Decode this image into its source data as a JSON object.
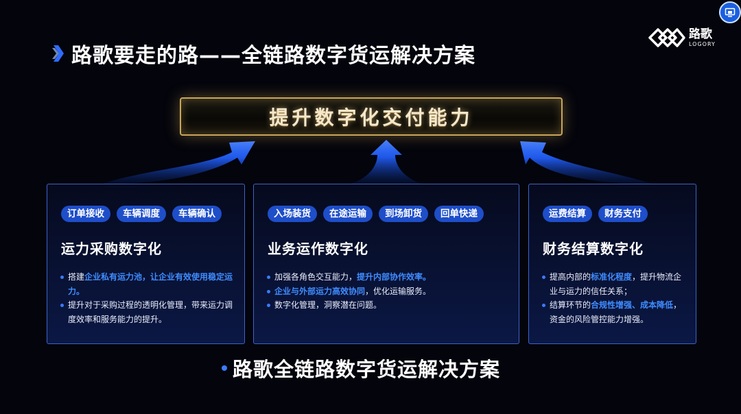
{
  "header": {
    "title": "路歌要走的路——全链路数字货运解决方案"
  },
  "logo": {
    "name": "路歌",
    "subtitle": "LOGORY"
  },
  "banner": {
    "text": "提升数字化交付能力"
  },
  "cards": [
    {
      "tags": [
        "订单接收",
        "车辆调度",
        "车辆确认"
      ],
      "title": "运力采购数字化",
      "bullets": [
        [
          {
            "t": "搭建"
          },
          {
            "t": "企业私有运力池，让企业有效使用稳定运力。",
            "hl": true
          }
        ],
        [
          {
            "t": "提升对于采购过程的透明化管理，带来运力调度效率和服务能力的提升。"
          }
        ]
      ]
    },
    {
      "tags": [
        "入场装货",
        "在途运输",
        "到场卸货",
        "回单快递"
      ],
      "title": "业务运作数字化",
      "bullets": [
        [
          {
            "t": "加强各角色交互能力，"
          },
          {
            "t": "提升内部协作效率。",
            "hl": true
          }
        ],
        [
          {
            "t": "企业与外部运力高效协同",
            "hl": true
          },
          {
            "t": "，优化运输服务。"
          }
        ],
        [
          {
            "t": "数字化管理，洞察潜在问题。"
          }
        ]
      ]
    },
    {
      "tags": [
        "运费结算",
        "财务支付"
      ],
      "title": "财务结算数字化",
      "bullets": [
        [
          {
            "t": "提高内部的"
          },
          {
            "t": "标准化程度",
            "hl": true
          },
          {
            "t": "，提升物流企业与运力的信任关系；"
          }
        ],
        [
          {
            "t": "结算环节的"
          },
          {
            "t": "合规性增强、成本降低",
            "hl": true
          },
          {
            "t": "，资金的风险管控能力增强。"
          }
        ]
      ]
    }
  ],
  "footer": {
    "text": "路歌全链路数字货运解决方案"
  },
  "colors": {
    "background": "#03040c",
    "accent_blue": "#3a7bff",
    "tag_blue": "#1e4ec9",
    "gold": "#c9a659"
  },
  "icons": {
    "title_marker": "double-chevron-right-icon",
    "logo_mark": "interlocked-diamonds-icon",
    "corner": "screen-cast-icon"
  }
}
